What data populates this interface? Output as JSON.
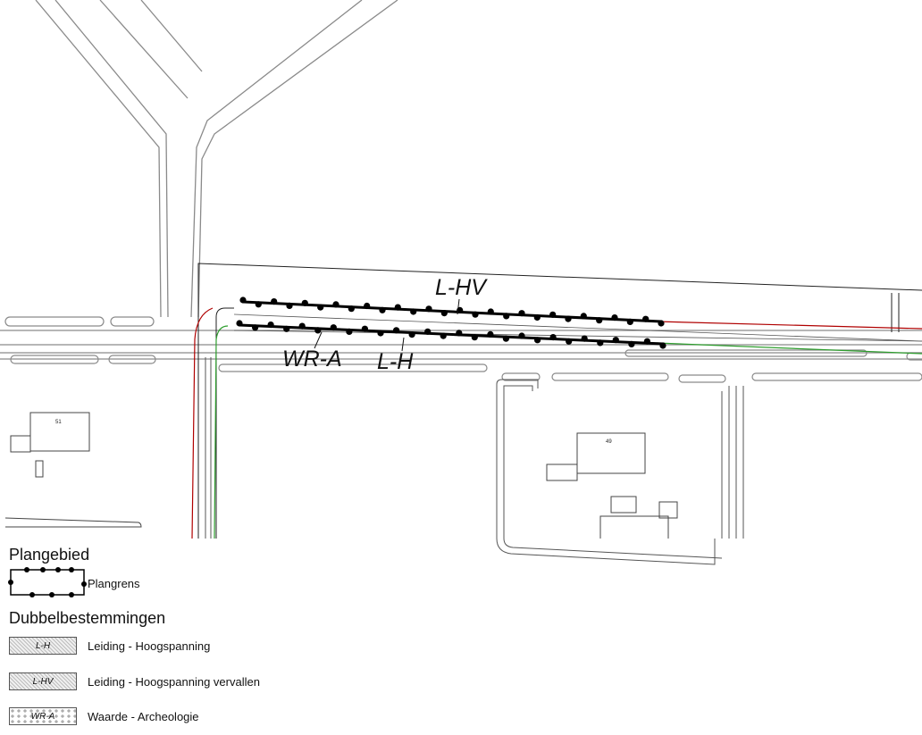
{
  "map": {
    "zone_labels": {
      "lhv": "L-HV",
      "wra": "WR-A",
      "lh": "L-H"
    },
    "house_numbers": {
      "left": "51",
      "right": "49"
    }
  },
  "legend": {
    "plangebied": {
      "heading": "Plangebied",
      "plangrens_label": "Plangrens"
    },
    "dubbelbestemmingen": {
      "heading": "Dubbelbestemmingen",
      "items": [
        {
          "code": "L-H",
          "label": "Leiding - Hoogspanning"
        },
        {
          "code": "L-HV",
          "label": "Leiding - Hoogspanning vervallen"
        },
        {
          "code": "WR-A",
          "label": "Waarde - Archeologie"
        }
      ]
    }
  },
  "colors": {
    "road_line": "#8a8a8a",
    "boundary": "#000000",
    "red_line": "#b00000",
    "green_line": "#2e9e2e"
  }
}
